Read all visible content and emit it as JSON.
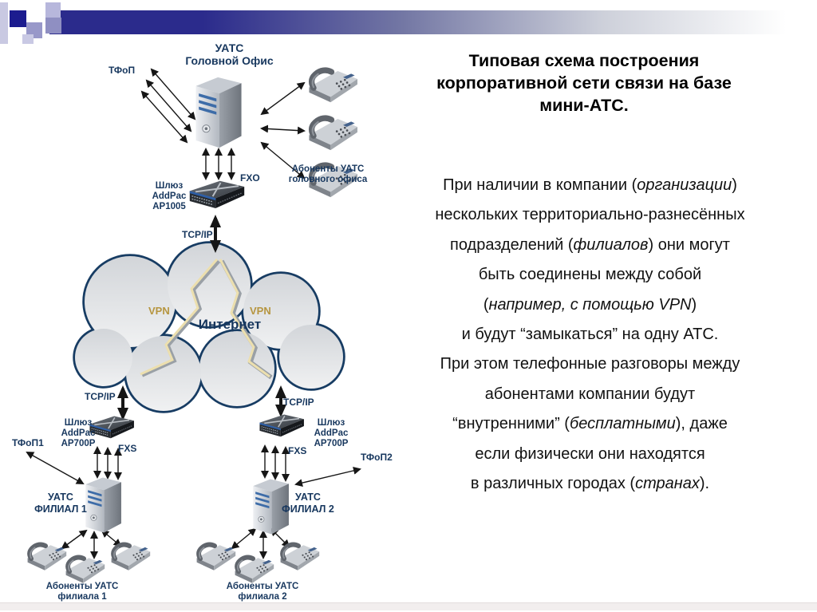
{
  "slide": {
    "title": "Типовая схема построения\nкорпоративной сети связи на базе\nмини-АТС.",
    "paragraph_lines": [
      [
        {
          "t": "При наличии в компании ("
        },
        {
          "t": "организации",
          "i": true
        },
        {
          "t": ")"
        }
      ],
      [
        {
          "t": "нескольких территориально-разнесённых"
        }
      ],
      [
        {
          "t": "подразделений ("
        },
        {
          "t": "филиалов",
          "i": true
        },
        {
          "t": ") они могут"
        }
      ],
      [
        {
          "t": "быть соединены между собой"
        }
      ],
      [
        {
          "t": "("
        },
        {
          "t": "например, с помощью VPN",
          "i": true
        },
        {
          "t": ")"
        }
      ],
      [
        {
          "t": "и будут “замыкаться” на одну АТС."
        }
      ],
      [
        {
          "t": "При этом телефонные разговоры между"
        }
      ],
      [
        {
          "t": "абонентами компании будут"
        }
      ],
      [
        {
          "t": "“внутренними” ("
        },
        {
          "t": "бесплатными",
          "i": true
        },
        {
          "t": "), даже"
        }
      ],
      [
        {
          "t": "если физически они находятся"
        }
      ],
      [
        {
          "t": "в различных городах ("
        },
        {
          "t": "странах",
          "i": true
        },
        {
          "t": ")."
        }
      ]
    ]
  },
  "diagram": {
    "labels": {
      "head_office_pbx": "УАТС\nГоловной Офис",
      "pstn_main": "ТФоП",
      "gateway_main": "Шлюз\nAddPac\nAP1005",
      "fxo": "FXO",
      "subscribers_main": "Абоненты УАТС\nголовного офиса",
      "tcpip_main": "TCP/IP",
      "vpn_left": "VPN",
      "vpn_right": "VPN",
      "internet": "Интернет",
      "tcpip_branch1": "TCP/IP",
      "gateway_branch1": "Шлюз\nAddPac\nAP700P",
      "fxs_branch1": "FXS",
      "pstn_branch1": "ТФоП1",
      "pbx_branch1": "УАТС\nФИЛИАЛ 1",
      "subscribers_branch1": "Абоненты УАТС\nфилиала 1",
      "tcpip_branch2": "TCP/IP",
      "gateway_branch2": "Шлюз\nAddPac\nAP700P",
      "fxs_branch2": "FXS",
      "pstn_branch2": "ТФоП2",
      "pbx_branch2": "УАТС\nФИЛИАЛ 2",
      "subscribers_branch2": "Абоненты УАТС\nфилиала 2"
    },
    "icons": {
      "pbx_server": "server-tower-icon",
      "voip_gateway": "rack-gateway-icon",
      "subscriber_phone": "desk-phone-icon",
      "internet": "cloud-icon",
      "vpn_tunnel": "lightning-bolt-icon"
    },
    "colors": {
      "label_navy": "#17375e",
      "vpn_gold": "#b6953f",
      "tunnel_gold": "#e9dcab",
      "cloud_outline": "#173c63",
      "accent_navy": "#2b2b8c"
    }
  }
}
